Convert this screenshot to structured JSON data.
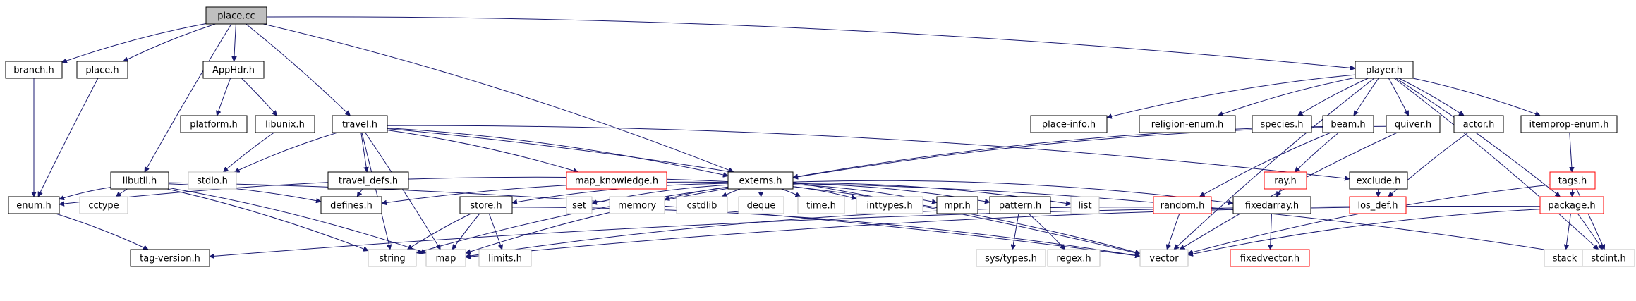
{
  "graph": {
    "nodes": [
      {
        "id": "place_cc",
        "label": "place.cc",
        "style": "root"
      },
      {
        "id": "branch_h",
        "label": "branch.h",
        "style": "normal"
      },
      {
        "id": "place_h",
        "label": "place.h",
        "style": "normal"
      },
      {
        "id": "AppHdr_h",
        "label": "AppHdr.h",
        "style": "normal"
      },
      {
        "id": "player_h",
        "label": "player.h",
        "style": "normal"
      },
      {
        "id": "platform_h",
        "label": "platform.h",
        "style": "normal"
      },
      {
        "id": "libunix_h",
        "label": "libunix.h",
        "style": "normal"
      },
      {
        "id": "travel_h",
        "label": "travel.h",
        "style": "normal"
      },
      {
        "id": "place_info_h",
        "label": "place-info.h",
        "style": "normal"
      },
      {
        "id": "religion_enum_h",
        "label": "religion-enum.h",
        "style": "normal"
      },
      {
        "id": "species_h",
        "label": "species.h",
        "style": "normal"
      },
      {
        "id": "beam_h",
        "label": "beam.h",
        "style": "normal"
      },
      {
        "id": "quiver_h",
        "label": "quiver.h",
        "style": "normal"
      },
      {
        "id": "actor_h",
        "label": "actor.h",
        "style": "normal"
      },
      {
        "id": "itemprop_enum_h",
        "label": "itemprop-enum.h",
        "style": "normal"
      },
      {
        "id": "libutil_h",
        "label": "libutil.h",
        "style": "normal"
      },
      {
        "id": "stdio_h",
        "label": "stdio.h",
        "style": "gray"
      },
      {
        "id": "travel_defs_h",
        "label": "travel_defs.h",
        "style": "normal"
      },
      {
        "id": "map_knowledge_h",
        "label": "map_knowledge.h",
        "style": "red"
      },
      {
        "id": "externs_h",
        "label": "externs.h",
        "style": "normal"
      },
      {
        "id": "ray_h",
        "label": "ray.h",
        "style": "red"
      },
      {
        "id": "exclude_h",
        "label": "exclude.h",
        "style": "normal"
      },
      {
        "id": "tags_h",
        "label": "tags.h",
        "style": "red"
      },
      {
        "id": "enum_h",
        "label": "enum.h",
        "style": "normal"
      },
      {
        "id": "cctype",
        "label": "cctype",
        "style": "gray"
      },
      {
        "id": "defines_h",
        "label": "defines.h",
        "style": "normal"
      },
      {
        "id": "store_h",
        "label": "store.h",
        "style": "normal"
      },
      {
        "id": "set",
        "label": "set",
        "style": "gray"
      },
      {
        "id": "memory",
        "label": "memory",
        "style": "gray"
      },
      {
        "id": "cstdlib",
        "label": "cstdlib",
        "style": "gray"
      },
      {
        "id": "deque",
        "label": "deque",
        "style": "gray"
      },
      {
        "id": "time_h",
        "label": "time.h",
        "style": "gray"
      },
      {
        "id": "inttypes_h",
        "label": "inttypes.h",
        "style": "gray"
      },
      {
        "id": "mpr_h",
        "label": "mpr.h",
        "style": "normal"
      },
      {
        "id": "pattern_h",
        "label": "pattern.h",
        "style": "normal"
      },
      {
        "id": "list",
        "label": "list",
        "style": "gray"
      },
      {
        "id": "random_h",
        "label": "random.h",
        "style": "red"
      },
      {
        "id": "fixedarray_h",
        "label": "fixedarray.h",
        "style": "normal"
      },
      {
        "id": "los_def_h",
        "label": "los_def.h",
        "style": "red"
      },
      {
        "id": "package_h",
        "label": "package.h",
        "style": "red"
      },
      {
        "id": "tag_version_h",
        "label": "tag-version.h",
        "style": "normal"
      },
      {
        "id": "string",
        "label": "string",
        "style": "gray"
      },
      {
        "id": "map",
        "label": "map",
        "style": "gray"
      },
      {
        "id": "limits_h",
        "label": "limits.h",
        "style": "gray"
      },
      {
        "id": "sys_types_h",
        "label": "sys/types.h",
        "style": "gray"
      },
      {
        "id": "regex_h",
        "label": "regex.h",
        "style": "gray"
      },
      {
        "id": "vector",
        "label": "vector",
        "style": "gray"
      },
      {
        "id": "fixedvector_h",
        "label": "fixedvector.h",
        "style": "red"
      },
      {
        "id": "stack",
        "label": "stack",
        "style": "gray"
      },
      {
        "id": "stdint_h",
        "label": "stdint.h",
        "style": "gray"
      }
    ],
    "edges": [
      [
        "place_cc",
        "branch_h"
      ],
      [
        "place_cc",
        "place_h"
      ],
      [
        "place_cc",
        "AppHdr_h"
      ],
      [
        "place_cc",
        "player_h"
      ],
      [
        "place_cc",
        "travel_h"
      ],
      [
        "place_cc",
        "libutil_h"
      ],
      [
        "place_cc",
        "externs_h"
      ],
      [
        "branch_h",
        "enum_h"
      ],
      [
        "place_h",
        "enum_h"
      ],
      [
        "AppHdr_h",
        "platform_h"
      ],
      [
        "AppHdr_h",
        "libunix_h"
      ],
      [
        "libunix_h",
        "stdio_h"
      ],
      [
        "player_h",
        "place_info_h"
      ],
      [
        "player_h",
        "religion_enum_h"
      ],
      [
        "player_h",
        "species_h"
      ],
      [
        "player_h",
        "beam_h"
      ],
      [
        "player_h",
        "quiver_h"
      ],
      [
        "player_h",
        "actor_h"
      ],
      [
        "player_h",
        "itemprop_enum_h"
      ],
      [
        "player_h",
        "package_h"
      ],
      [
        "player_h",
        "stdint_h"
      ],
      [
        "player_h",
        "vector"
      ],
      [
        "travel_h",
        "stdio_h"
      ],
      [
        "travel_h",
        "travel_defs_h"
      ],
      [
        "travel_h",
        "map_knowledge_h"
      ],
      [
        "travel_h",
        "externs_h"
      ],
      [
        "travel_h",
        "exclude_h"
      ],
      [
        "travel_h",
        "string"
      ],
      [
        "travel_h",
        "map"
      ],
      [
        "travel_h",
        "vector"
      ],
      [
        "travel_defs_h",
        "defines_h"
      ],
      [
        "libutil_h",
        "enum_h"
      ],
      [
        "libutil_h",
        "cctype"
      ],
      [
        "libutil_h",
        "defines_h"
      ],
      [
        "libutil_h",
        "string"
      ],
      [
        "libutil_h",
        "map"
      ],
      [
        "libutil_h",
        "vector"
      ],
      [
        "externs_h",
        "enum_h"
      ],
      [
        "externs_h",
        "defines_h"
      ],
      [
        "externs_h",
        "store_h"
      ],
      [
        "externs_h",
        "set"
      ],
      [
        "externs_h",
        "memory"
      ],
      [
        "externs_h",
        "cstdlib"
      ],
      [
        "externs_h",
        "deque"
      ],
      [
        "externs_h",
        "time_h"
      ],
      [
        "externs_h",
        "inttypes_h"
      ],
      [
        "externs_h",
        "mpr_h"
      ],
      [
        "externs_h",
        "pattern_h"
      ],
      [
        "externs_h",
        "list"
      ],
      [
        "externs_h",
        "fixedarray_h"
      ],
      [
        "externs_h",
        "string"
      ],
      [
        "externs_h",
        "map"
      ],
      [
        "externs_h",
        "vector"
      ],
      [
        "externs_h",
        "stdint_h"
      ],
      [
        "beam_h",
        "externs_h"
      ],
      [
        "beam_h",
        "ray_h"
      ],
      [
        "beam_h",
        "random_h"
      ],
      [
        "quiver_h",
        "externs_h"
      ],
      [
        "quiver_h",
        "vector"
      ],
      [
        "actor_h",
        "los_def_h"
      ],
      [
        "itemprop_enum_h",
        "tags_h"
      ],
      [
        "tags_h",
        "package_h"
      ],
      [
        "tags_h",
        "stdint_h"
      ],
      [
        "tags_h",
        "vector"
      ],
      [
        "ray_h",
        "fixedarray_h"
      ],
      [
        "exclude_h",
        "los_def_h"
      ],
      [
        "enum_h",
        "tag_version_h"
      ],
      [
        "store_h",
        "string"
      ],
      [
        "store_h",
        "map"
      ],
      [
        "store_h",
        "limits_h"
      ],
      [
        "store_h",
        "vector"
      ],
      [
        "pattern_h",
        "sys_types_h"
      ],
      [
        "pattern_h",
        "regex_h"
      ],
      [
        "random_h",
        "map"
      ],
      [
        "random_h",
        "vector"
      ],
      [
        "fixedarray_h",
        "fixedvector_h"
      ],
      [
        "package_h",
        "stack"
      ],
      [
        "package_h",
        "stdint_h"
      ],
      [
        "package_h",
        "map"
      ],
      [
        "package_h",
        "vector"
      ],
      [
        "package_h",
        "tag_version_h"
      ]
    ]
  }
}
